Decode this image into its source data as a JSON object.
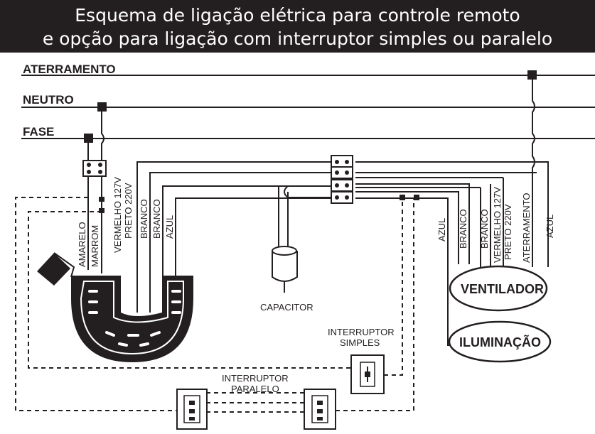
{
  "header": {
    "title_line1": "Esquema de ligação elétrica para controle remoto",
    "title_line2": "e opção para ligação com interruptor simples ou paralelo"
  },
  "lines": {
    "ground": "ATERRAMENTO",
    "neutral": "NEUTRO",
    "phase": "FASE"
  },
  "receiver_wires": {
    "yellow": "AMARELO",
    "brown": "MARROM",
    "red_127": "VERMELHO 127V",
    "black_220": "PRETO 220V",
    "white1": "BRANCO",
    "white2": "BRANCO",
    "blue": "AZUL"
  },
  "fan_wires": {
    "blue": "AZUL",
    "white": "BRANCO",
    "white2": "BRANCO",
    "red_127": "VERMELHO 127V",
    "black_220": "PRETO 220V",
    "ground": "ATERRAMENTO",
    "blue2": "AZUL"
  },
  "components": {
    "capacitor": "CAPACITOR",
    "fan": "VENTILADOR",
    "lighting": "ILUMINAÇÃO",
    "simple_switch_l1": "INTERRUPTOR",
    "simple_switch_l2": "SIMPLES",
    "parallel_switch_l1": "INTERRUPTOR",
    "parallel_switch_l2": "PARALELO"
  },
  "colors": {
    "title_bg": "#231f20",
    "ink": "#231f20",
    "background": "#ffffff"
  }
}
